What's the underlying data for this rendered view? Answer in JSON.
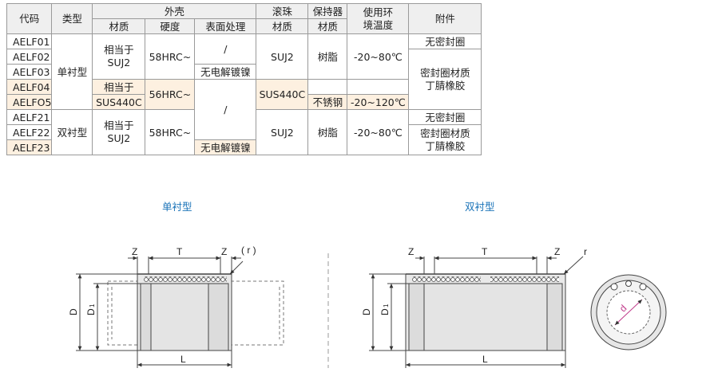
{
  "table": {
    "headers": {
      "code": "代码",
      "type": "类型",
      "outer": "外壳",
      "outer_material": "材质",
      "outer_hardness": "硬度",
      "outer_surface": "表面处理",
      "ball": "滚珠",
      "ball_material": "材质",
      "retainer": "保持器",
      "retainer_material": "材质",
      "temp": "使用环\n境温度",
      "accessory": "附件"
    },
    "codes": [
      "AELF01",
      "AELF02",
      "AELF03",
      "AELF04",
      "AELFO5",
      "AELF21",
      "AELF22",
      "AELF23"
    ],
    "highlight_color": "#fdf0e0",
    "single": {
      "type": "单衬型",
      "mat_a": "相当于\nSUJ2",
      "hard_a": "58HRC~",
      "surf_slash": "/",
      "surf_plating": "无电解镀镍",
      "ball_a": "SUJ2",
      "ret_a": "树脂",
      "temp_a": "-20~80℃",
      "acc_none": "无密封圈",
      "acc_seal": "密封圈材质\n丁腈橡胶",
      "mat_b_line1": "相当于",
      "mat_b_line2": "SUS440C",
      "hard_b": "56HRC~",
      "surf_b": "/",
      "ball_b": "SUS440C",
      "ret_b": "不锈钢",
      "temp_b": "-20~120℃"
    },
    "double": {
      "type": "双衬型",
      "mat": "相当于\nSUJ2",
      "hard": "58HRC~",
      "surf_plating": "无电解镀镍",
      "ball": "SUJ2",
      "ret": "树脂",
      "temp": "-20~80℃",
      "acc_none": "无密封圈",
      "acc_seal": "密封圈材质\n丁腈橡胶"
    }
  },
  "drawings": {
    "single_caption": "单衬型",
    "double_caption": "双衬型",
    "labels": {
      "z": "Z",
      "t": "T",
      "r_paren": "( r )",
      "r": "r",
      "d_big": "D",
      "d1": "D",
      "d1_sub": "1",
      "l": "L",
      "d_small": "d"
    },
    "accent_color": "#c0398a"
  }
}
